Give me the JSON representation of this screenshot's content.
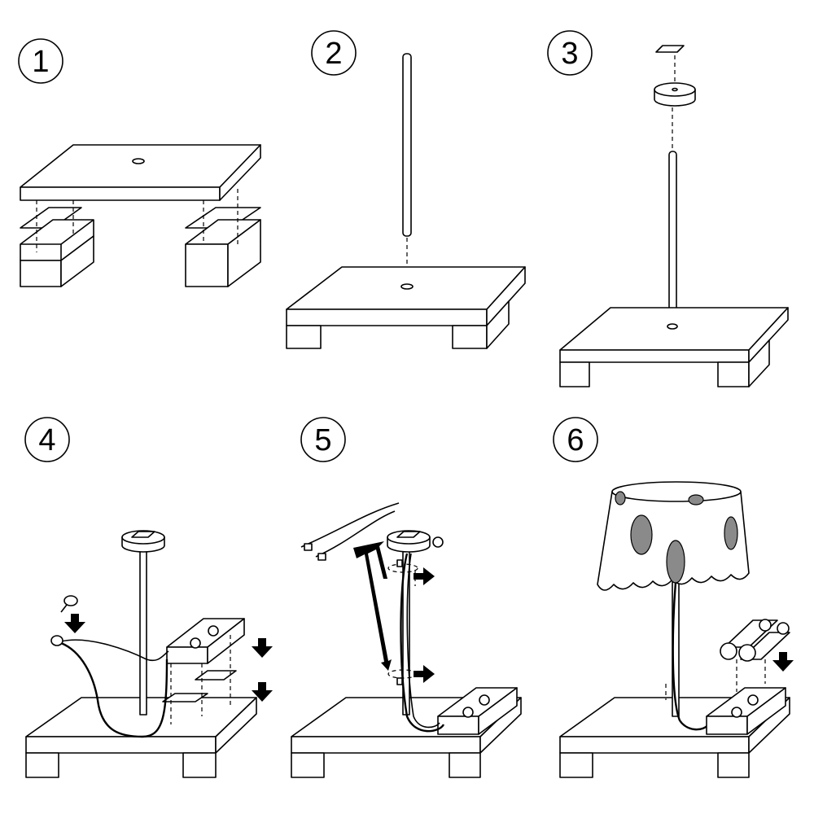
{
  "steps": [
    {
      "label": "1"
    },
    {
      "label": "2"
    },
    {
      "label": "3"
    },
    {
      "label": "4"
    },
    {
      "label": "5"
    },
    {
      "label": "6"
    }
  ]
}
